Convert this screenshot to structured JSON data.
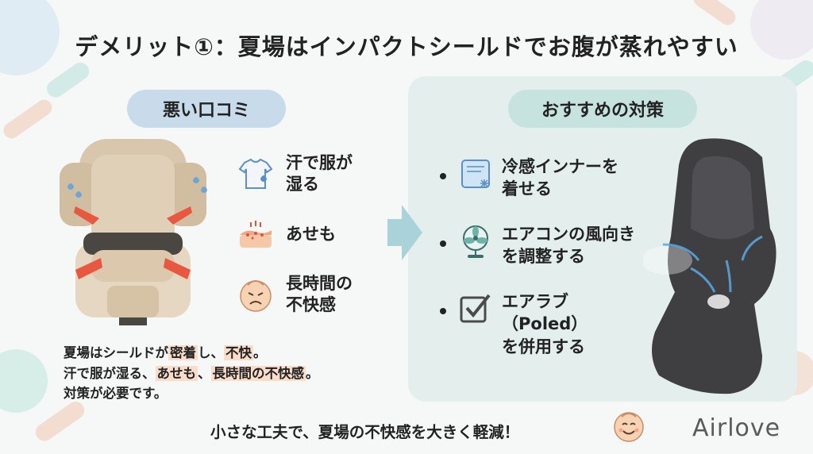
{
  "title": "デメリット①：夏場はインパクトシールドでお腹が蒸れやすい",
  "bad_reviews": {
    "heading": "悪い口コミ",
    "issues": [
      {
        "icon": "sweaty-shirt-icon",
        "lines": [
          "汗で服が",
          "湿る"
        ]
      },
      {
        "icon": "heat-rash-icon",
        "lines": [
          "あせも"
        ]
      },
      {
        "icon": "uncomfortable-face-icon",
        "lines": [
          "長時間の",
          "不快感"
        ]
      }
    ],
    "summary_lines": [
      [
        "夏場はシールドが",
        "密着",
        "し、",
        "不快",
        "。"
      ],
      [
        "汗で服が湿る",
        "、",
        "あせも",
        "、",
        "長時間の不快感",
        "。"
      ],
      [
        "対策が必要です。"
      ]
    ]
  },
  "recommended": {
    "heading": "おすすめの対策",
    "solutions": [
      {
        "icon": "cooling-innerwear-icon",
        "lines": [
          "冷感インナーを",
          "着せる"
        ]
      },
      {
        "icon": "fan-icon",
        "lines": [
          "エアコンの風向き",
          "を調整する"
        ]
      },
      {
        "icon": "checkbox-icon",
        "lines": [
          "エアラブ",
          "（Poled）",
          "を併用する"
        ]
      }
    ]
  },
  "footer": "小さな工夫で、夏場の不快感を大きく軽減！",
  "logo": "Airlove",
  "colors": {
    "pill_bad": "#c8dbea",
    "pill_good": "#c7e3df",
    "highlight": "#f9dcc9",
    "arrow": "#a9d3d8",
    "red_arrow": "#e8573f"
  }
}
